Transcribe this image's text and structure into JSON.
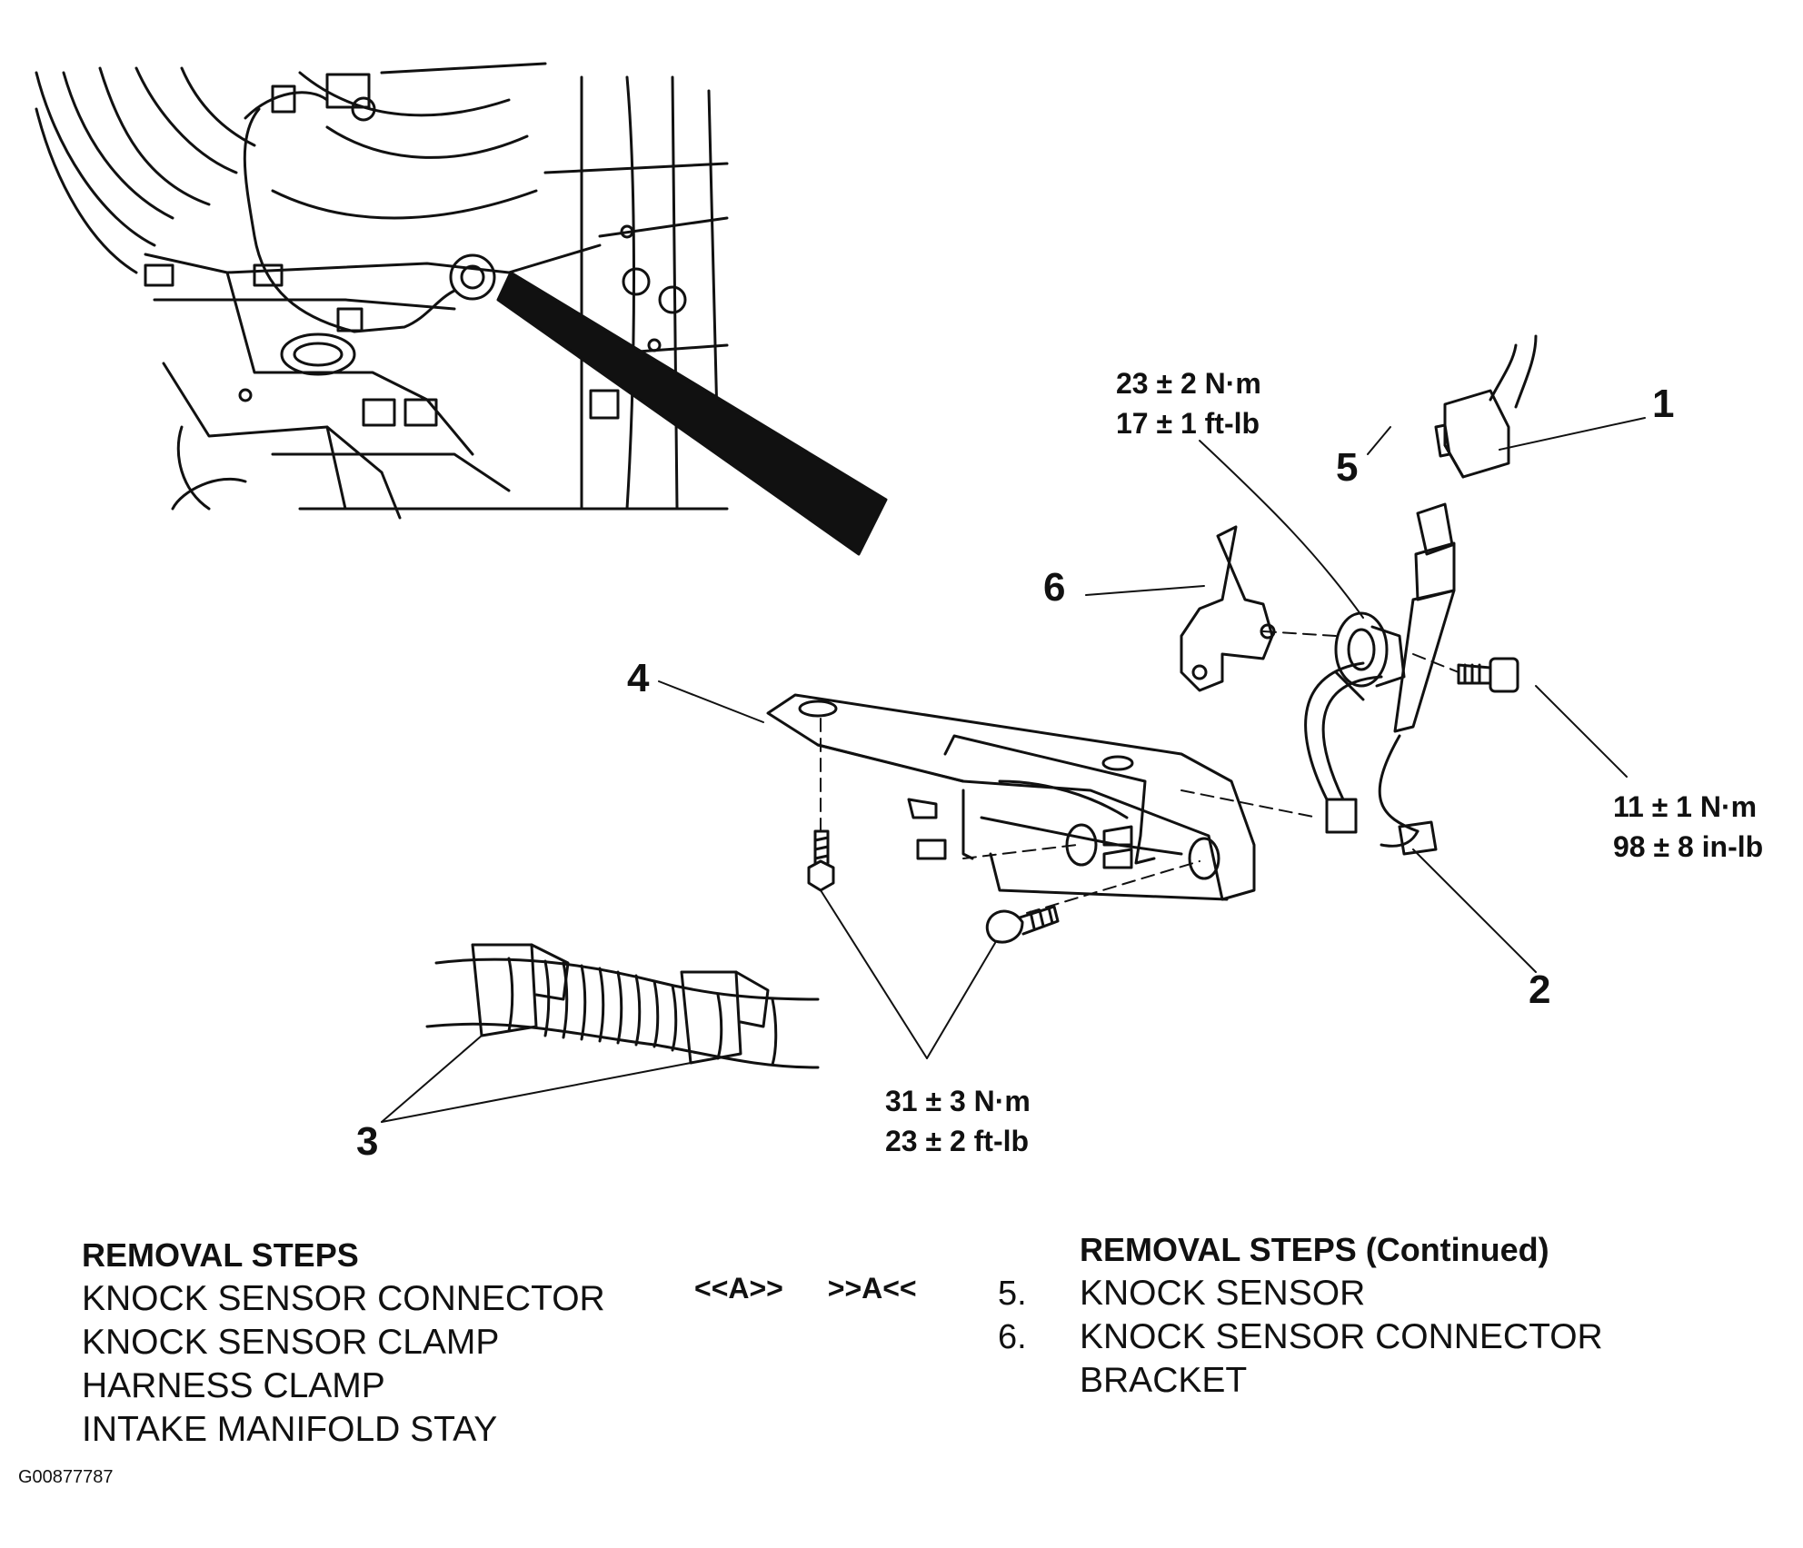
{
  "callouts": {
    "c1": "1",
    "c2": "2",
    "c3": "3",
    "c4": "4",
    "c5": "5",
    "c6": "6"
  },
  "torque_specs": {
    "sensor_nm": "23 ± 2 N·m",
    "sensor_ftlb": "17 ± 1 ft-lb",
    "bracket_bolt_nm": "11 ± 1 N·m",
    "bracket_bolt_inlb": "98 ± 8 in-lb",
    "stay_bolt_nm": "31 ± 3 N·m",
    "stay_bolt_ftlb": "23 ± 2 ft-lb"
  },
  "removal_steps": {
    "heading": "REMOVAL STEPS",
    "items": [
      "KNOCK SENSOR CONNECTOR",
      "KNOCK SENSOR CLAMP",
      "HARNESS CLAMP",
      "INTAKE MANIFOLD STAY"
    ]
  },
  "service_marks": {
    "removal": "<<A>>",
    "installation": ">>A<<"
  },
  "removal_steps_continued": {
    "heading": "REMOVAL STEPS (Continued)",
    "items": [
      {
        "number": "5.",
        "label": "KNOCK SENSOR"
      },
      {
        "number": "6.",
        "label": "KNOCK SENSOR CONNECTOR"
      },
      {
        "number": "",
        "label": "BRACKET"
      }
    ]
  },
  "figure_id": "G00877787"
}
